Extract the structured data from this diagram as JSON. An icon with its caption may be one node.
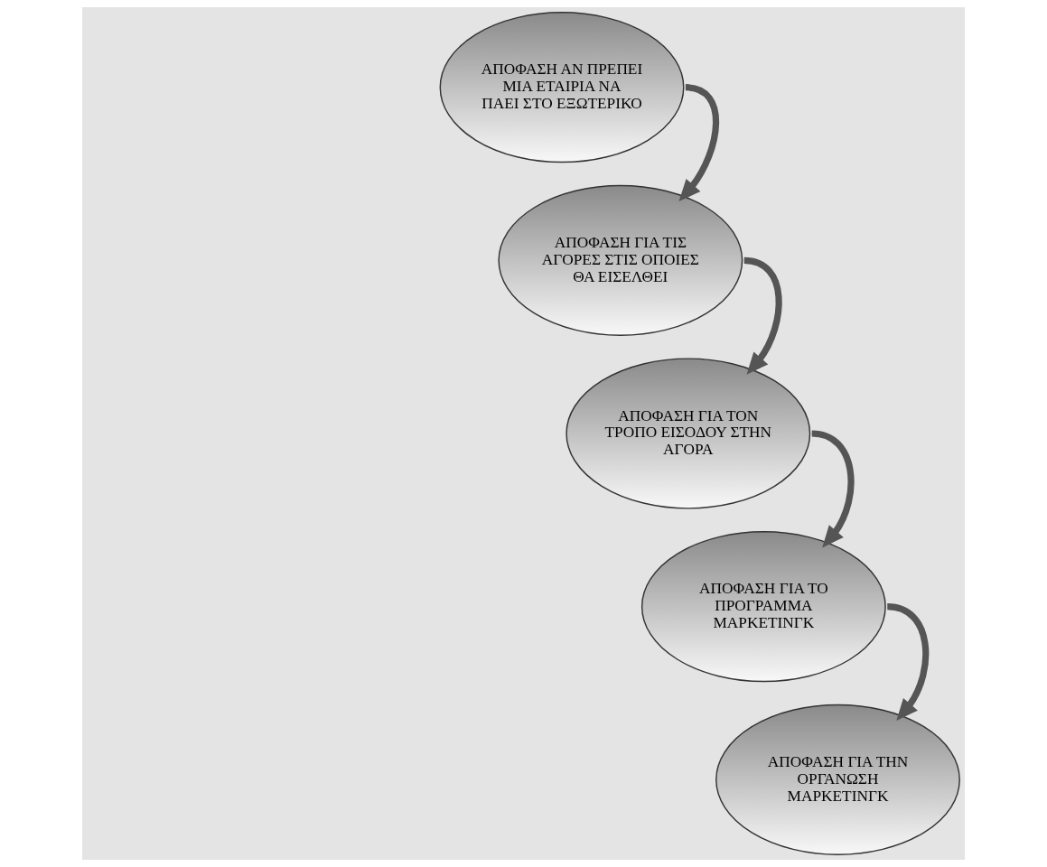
{
  "diagram": {
    "nodes": [
      {
        "text": [
          "ΑΠΟΦΑΣΗ ΑΝ ΠΡΕΠΕΙ ΜΙΑ ΕΤΑΙΡΙΑ ΝΑ ΠΑΕΙ ΣΤΟ ΕΞΩΤΕΡΙΚΟ"
        ]
      },
      {
        "text": [
          "ΑΠΟΦΑΣΗ ΓΙΑ ΤΙΣ ΑΓΟΡΕΣ ΣΤΙΣ ΟΠΟΙΕΣ ΘΑ ΕΙΣΕΛΘΕΙ"
        ]
      },
      {
        "text": [
          "ΑΠΟΦΑΣΗ ΓΙΑ ΤΟΝ ΤΡΟΠΟ ΕΙΣΟΔΟΥ ΣΤΗΝ ΑΓΟΡΑ"
        ]
      },
      {
        "text": [
          "ΑΠΟΦΑΣΗ ΓΙΑ ΤΟ ΠΡΟΓΡΑΜΜΑ ΜΑΡΚΕΤΙΝΓΚ"
        ]
      },
      {
        "text": [
          "ΑΠΟΦΑΣΗ ΓΙΑ ΤΗΝ ΟΡΓΑΝΩΣΗ ΜΑΡΚΕΤΙΝΓΚ"
        ]
      }
    ],
    "edges": [
      {
        "from": 0,
        "to": 1,
        "arrow": "to"
      },
      {
        "from": 1,
        "to": 2,
        "arrow": "to"
      },
      {
        "from": 2,
        "to": 3,
        "arrow": "to"
      },
      {
        "from": 3,
        "to": 4,
        "arrow": "to"
      }
    ]
  }
}
